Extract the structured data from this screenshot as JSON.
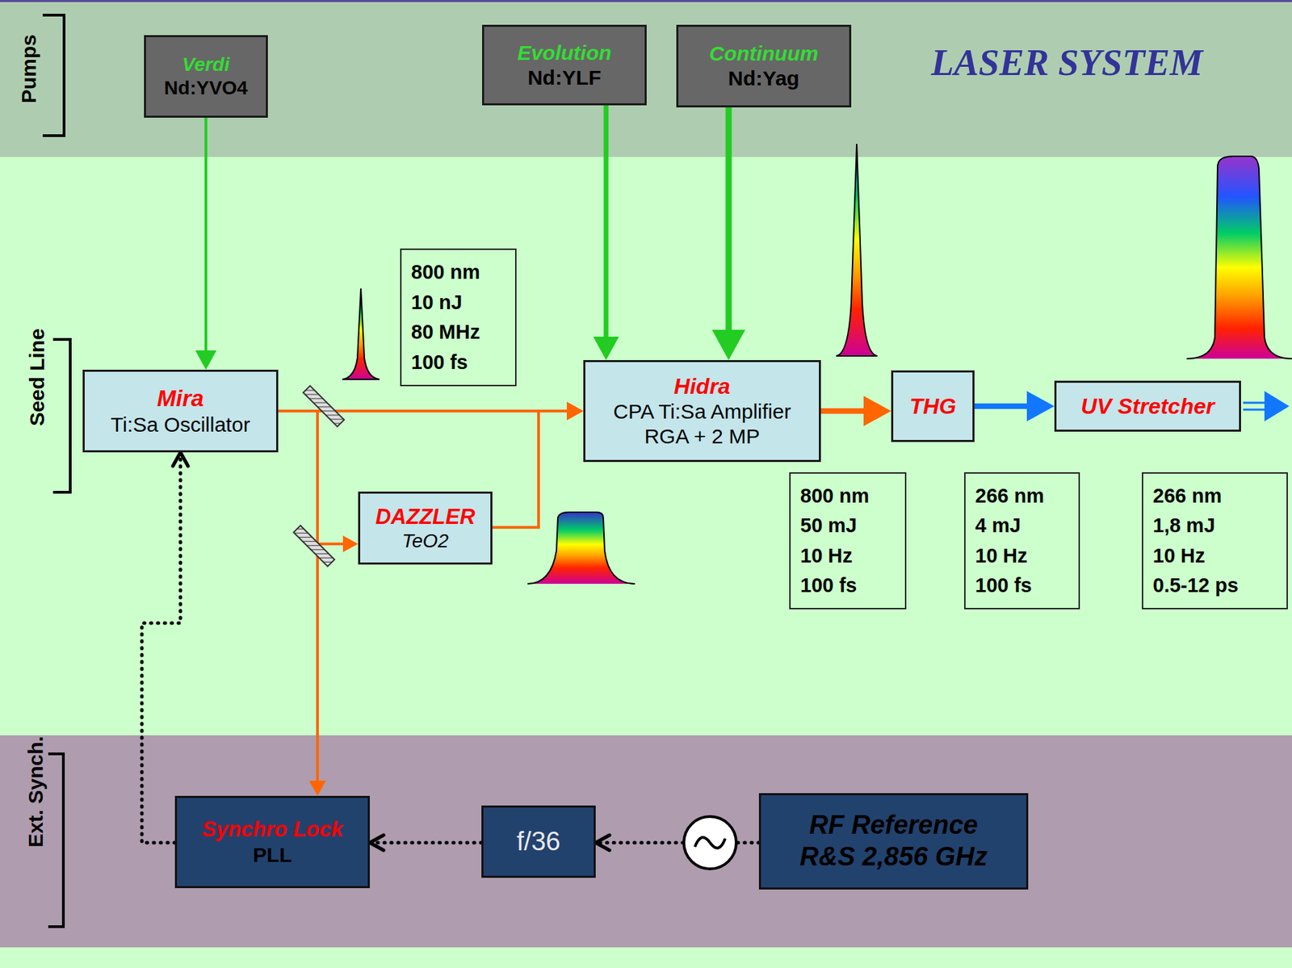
{
  "diagram": {
    "title": "LASER SYSTEM",
    "nodes": [
      {
        "text": [
          "Verdi",
          "Nd:YVO4"
        ]
      },
      {
        "text": [
          "Evolution",
          "Nd:YLF"
        ]
      },
      {
        "text": [
          "Continuum",
          "Nd:Yag"
        ]
      },
      {
        "text": [
          "Mira",
          "Ti:Sa Oscillator"
        ]
      },
      {
        "text": [
          "800 nm",
          "10 nJ",
          "80 MHz",
          "100 fs"
        ]
      },
      {
        "text": [
          "Hidra",
          "CPA Ti:Sa Amplifier",
          "RGA + 2 MP"
        ]
      },
      {
        "text": [
          "THG"
        ]
      },
      {
        "text": [
          "UV Stretcher"
        ]
      },
      {
        "text": [
          "DAZZLER",
          "TeO2"
        ]
      },
      {
        "text": [
          "800 nm",
          "50 mJ",
          "10 Hz",
          "100 fs"
        ]
      },
      {
        "text": [
          "266 nm",
          "4 mJ",
          "10 Hz",
          "100 fs"
        ]
      },
      {
        "text": [
          "266 nm",
          "1,8 mJ",
          "10 Hz",
          "0.5-12 ps"
        ]
      },
      {
        "text": [
          "Synchro Lock",
          "PLL"
        ]
      },
      {
        "text": [
          "f/36"
        ]
      },
      {
        "text": [
          "RF Reference",
          "R&S 2,856 GHz"
        ]
      }
    ],
    "edges": [
      {
        "from": 0,
        "to": 3,
        "arrow": "to"
      },
      {
        "from": 1,
        "to": 5,
        "arrow": "to"
      },
      {
        "from": 2,
        "to": 5,
        "arrow": "to"
      },
      {
        "from": 3,
        "to": 5,
        "arrow": "to"
      },
      {
        "from": 3,
        "to": 8,
        "arrow": "to"
      },
      {
        "from": 8,
        "to": 5,
        "arrow": "to"
      },
      {
        "from": 3,
        "to": 12,
        "arrow": "to"
      },
      {
        "from": 5,
        "to": 6,
        "arrow": "to"
      },
      {
        "from": 6,
        "to": 7,
        "arrow": "to"
      },
      {
        "from": 14,
        "to": 13,
        "arrow": "to"
      },
      {
        "from": 13,
        "to": 12,
        "arrow": "to"
      },
      {
        "from": 12,
        "to": 3,
        "arrow": "to"
      }
    ],
    "labels": [
      "Pumps",
      "Seed Line",
      "Ext. Synch."
    ]
  }
}
